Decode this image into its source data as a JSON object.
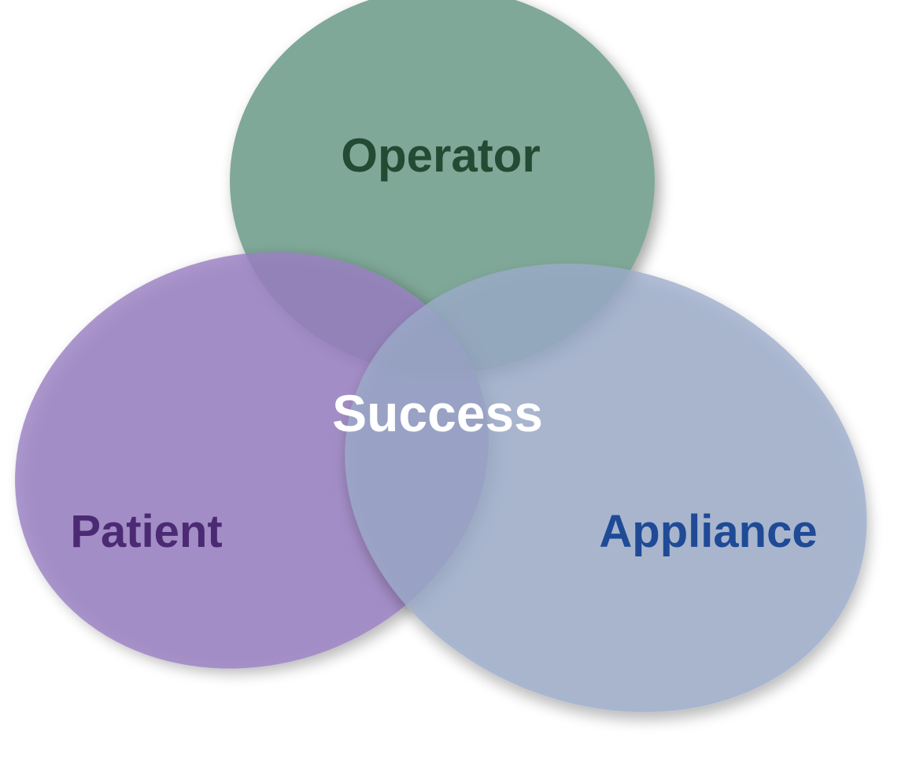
{
  "diagram": {
    "type": "venn-3",
    "center_label": "Success",
    "sets": [
      {
        "id": "operator",
        "label": "Operator",
        "fill": "#7fa898",
        "text_color": "#234a33"
      },
      {
        "id": "patient",
        "label": "Patient",
        "fill": "#9a80c2",
        "text_color": "#4b2a73"
      },
      {
        "id": "appliance",
        "label": "Appliance",
        "fill": "#9caccb",
        "text_color": "#1f4a96"
      }
    ],
    "center_text_color": "#ffffff",
    "background": "#ffffff"
  }
}
